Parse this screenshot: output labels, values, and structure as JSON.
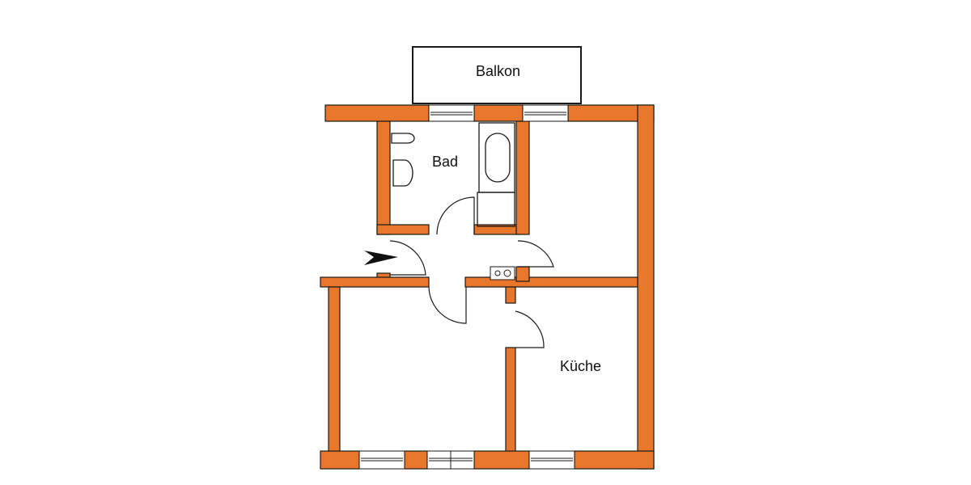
{
  "floorplan": {
    "wall_color": "#E8762B",
    "line_color": "#1a1a1a",
    "rooms": [
      {
        "id": "balkon",
        "label": "Balkon"
      },
      {
        "id": "bad",
        "label": "Bad"
      },
      {
        "id": "kueche",
        "label": "Küche"
      }
    ],
    "entrance": {
      "icon": "entrance-arrow-icon"
    }
  }
}
